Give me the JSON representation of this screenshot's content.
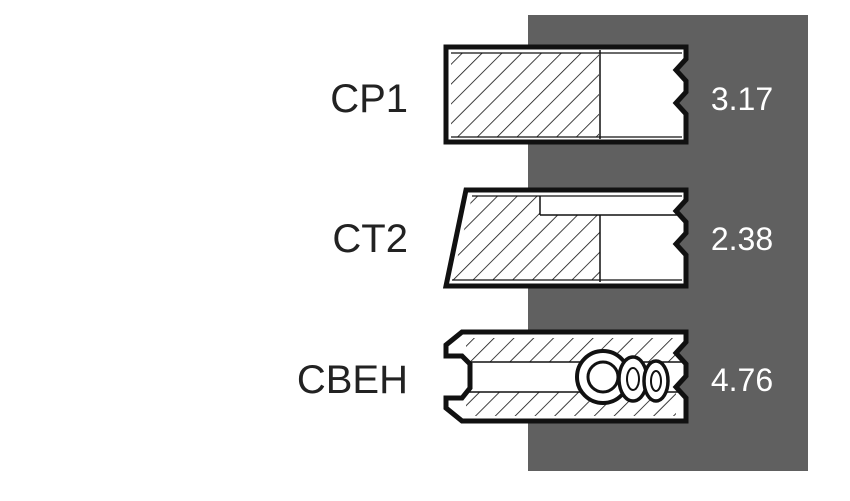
{
  "panel_color": "#606060",
  "rings": [
    {
      "label": "CP1",
      "value": "3.17",
      "icon": "rectangular-piston-ring-profile"
    },
    {
      "label": "CT2",
      "value": "2.38",
      "icon": "taper-face-piston-ring-profile"
    },
    {
      "label": "CBEH",
      "value": "4.76",
      "icon": "oil-control-ring-with-expander-profile"
    }
  ]
}
